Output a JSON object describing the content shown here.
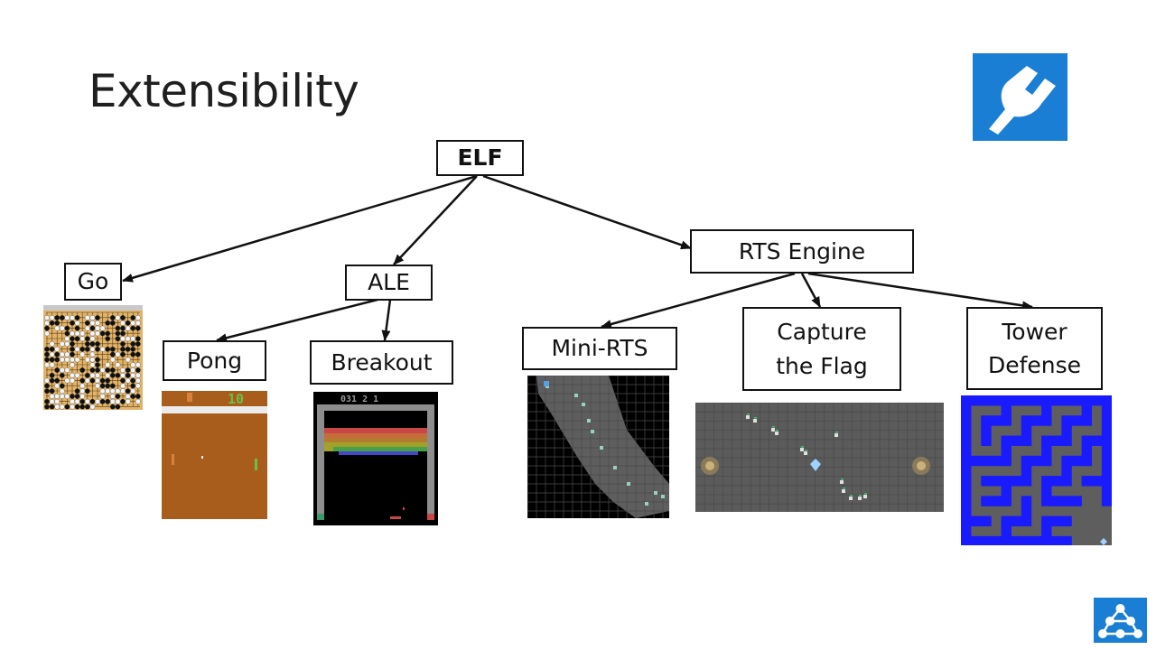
{
  "title": "Extensibility",
  "nodes": {
    "elf": "ELF",
    "go": "Go",
    "ale": "ALE",
    "rts_engine": "RTS Engine",
    "pong": "Pong",
    "breakout": "Breakout",
    "mini_rts": "Mini-RTS",
    "capture_flag": "Capture\nthe Flag",
    "tower_defense": "Tower\nDefense"
  },
  "pong_score": "10",
  "breakout_score": "031  2  1",
  "icons": {
    "top_right": "plug-icon",
    "bottom_right": "network-nodes-icon"
  },
  "colors": {
    "accent": "#1a7fd4",
    "pong_bg": "#a95d1c",
    "tower_wall": "#1a1aff"
  }
}
